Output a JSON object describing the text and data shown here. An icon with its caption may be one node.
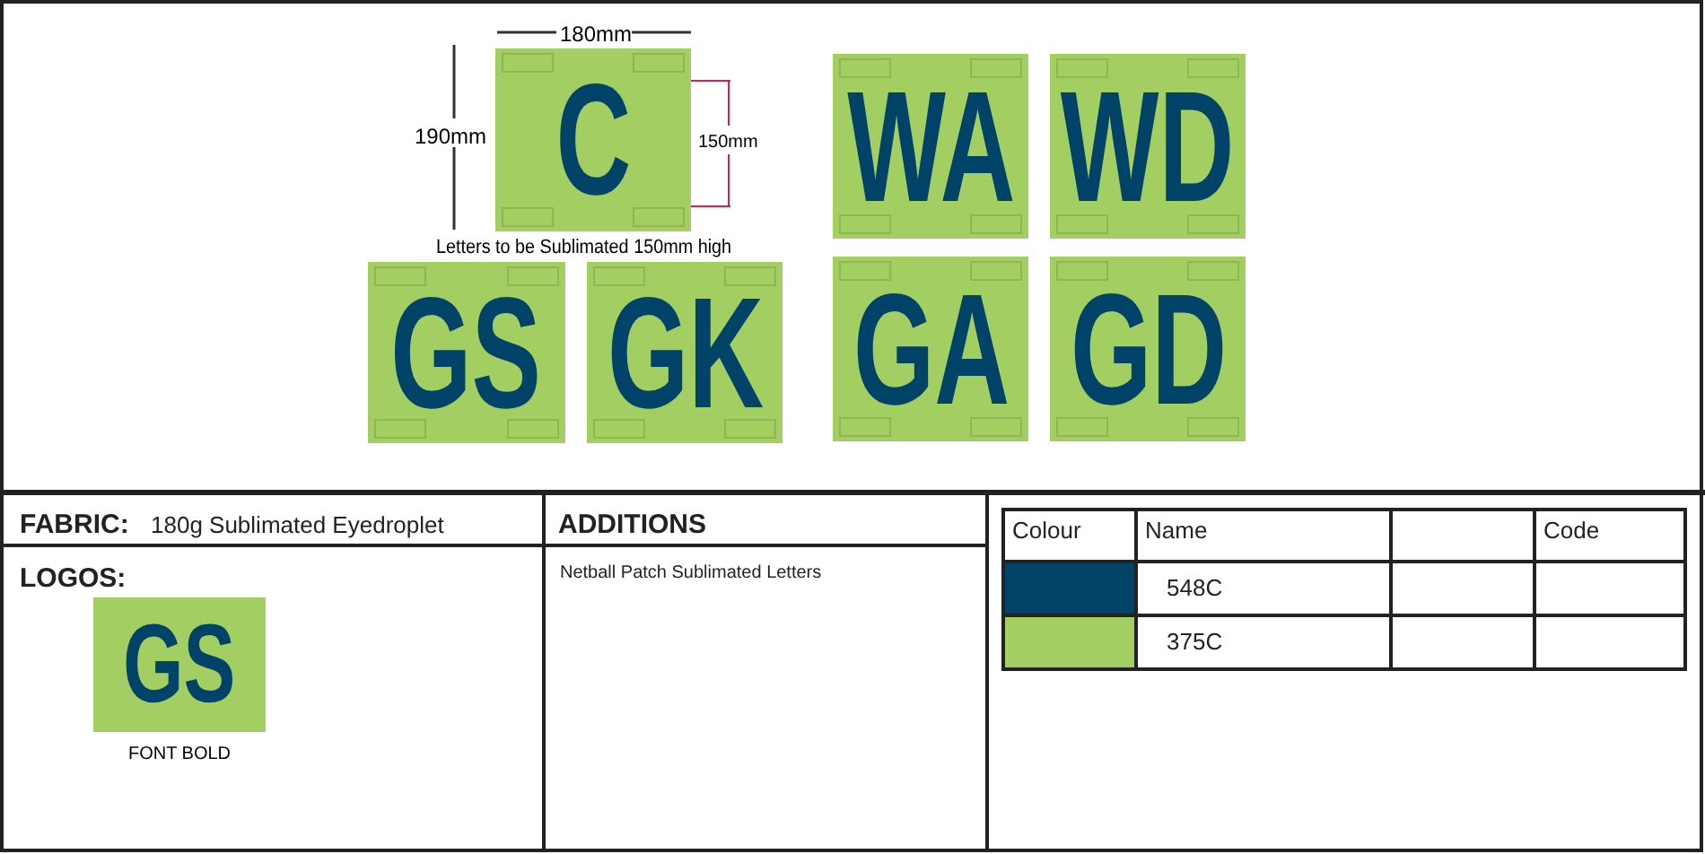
{
  "diagram": {
    "nodes": [
      {
        "text": [
          "C"
        ]
      },
      {
        "text": [
          "WA"
        ]
      },
      {
        "text": [
          "WD"
        ]
      },
      {
        "text": [
          "GS"
        ]
      },
      {
        "text": [
          "GK"
        ]
      },
      {
        "text": [
          "GA"
        ]
      },
      {
        "text": [
          "GD"
        ]
      },
      {
        "text": [
          "GS"
        ],
        "beside": [
          "FONT BOLD"
        ]
      }
    ],
    "labels": [
      "180mm",
      "190mm",
      "150mm",
      "Letters to be Sublimated 150mm high",
      "FABRIC:",
      "180g Sublimated Eyedroplet",
      "ADDITIONS",
      "LOGOS:",
      "Netball Patch Sublimated Letters",
      "Colour",
      "Name",
      "Code"
    ],
    "legend": [
      {
        "text": "548C",
        "color": "#004369"
      },
      {
        "text": "375C",
        "color": "#a3cf62"
      }
    ]
  }
}
